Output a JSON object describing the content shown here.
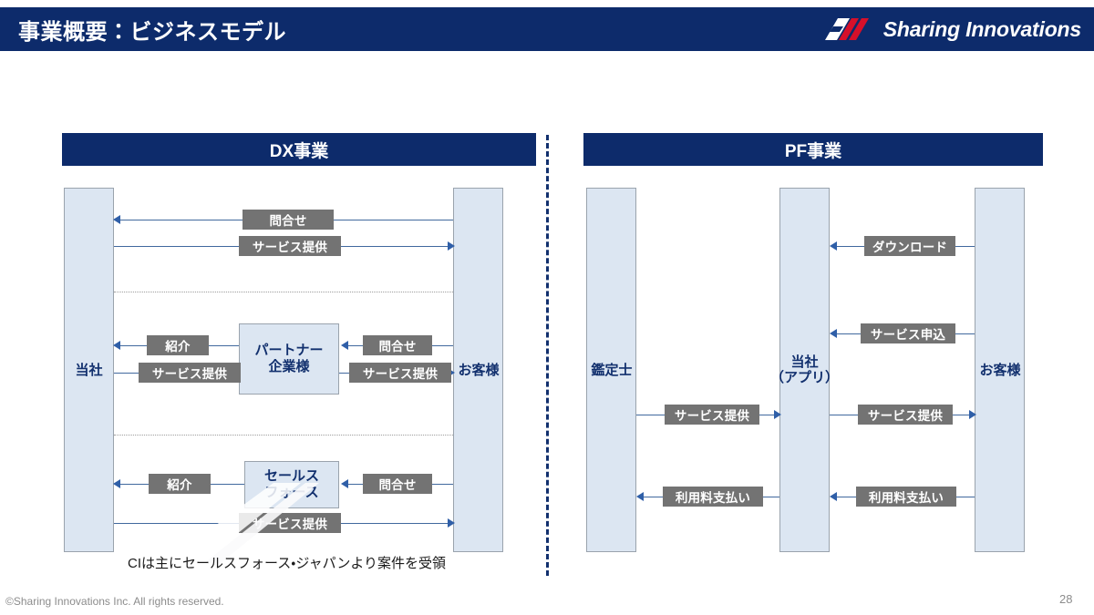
{
  "header": {
    "title": "事業概要：ビジネスモデル",
    "logo_text": "Sharing Innovations",
    "logo_icon": "sharing-innovations-slash-logo",
    "bg_color": "#0d2b6b"
  },
  "panels": {
    "dx": {
      "title": "DX事業",
      "actors": [
        {
          "key": "company",
          "label": "当社"
        },
        {
          "key": "customer",
          "label": "お客様"
        }
      ],
      "process_boxes": [
        {
          "key": "partner",
          "label": "パートナー\n企業様",
          "line1": "パートナー",
          "line2": "企業様"
        },
        {
          "key": "salesforce",
          "label": "セールス\nフォース",
          "line1": "セールス",
          "line2": "フォース"
        }
      ],
      "flows": [
        {
          "key": "dx-inquiry-top",
          "label": "問合せ",
          "direction": "left"
        },
        {
          "key": "dx-service-top",
          "label": "サービス提供",
          "direction": "right"
        },
        {
          "key": "dx-referral-partner",
          "label": "紹介",
          "direction": "left"
        },
        {
          "key": "dx-service-partner-in",
          "label": "サービス提供",
          "direction": "right"
        },
        {
          "key": "dx-inquiry-partner",
          "label": "問合せ",
          "direction": "left"
        },
        {
          "key": "dx-service-partner-out",
          "label": "サービス提供",
          "direction": "right"
        },
        {
          "key": "dx-referral-sf",
          "label": "紹介",
          "direction": "left"
        },
        {
          "key": "dx-inquiry-sf",
          "label": "問合せ",
          "direction": "left"
        },
        {
          "key": "dx-service-bottom",
          "label": "サービス提供",
          "direction": "right"
        }
      ],
      "note": "CIは主にセールスフォース・ジャパンより案件を受領"
    },
    "pf": {
      "title": "PF事業",
      "actors": [
        {
          "key": "appraiser",
          "label": "鑑定士"
        },
        {
          "key": "company",
          "label": "当社\n（アプリ）",
          "line1": "当社",
          "line2": "（アプリ）"
        },
        {
          "key": "customer",
          "label": "お客様"
        }
      ],
      "flows": [
        {
          "key": "pf-download",
          "label": "ダウンロード",
          "direction": "left"
        },
        {
          "key": "pf-application",
          "label": "サービス申込",
          "direction": "left"
        },
        {
          "key": "pf-service-left",
          "label": "サービス提供",
          "direction": "right"
        },
        {
          "key": "pf-service-right",
          "label": "サービス提供",
          "direction": "right"
        },
        {
          "key": "pf-payment-left",
          "label": "利用料支払い",
          "direction": "left"
        },
        {
          "key": "pf-payment-right",
          "label": "利用料支払い",
          "direction": "left"
        }
      ]
    }
  },
  "footer": {
    "copyright": "©Sharing Innovations Inc. All rights reserved.",
    "page_number": "28"
  },
  "colors": {
    "navy": "#0d2b6b",
    "tag_gray": "#737373",
    "box_blue": "#dce6f2",
    "arrow_blue": "#2f5fa8",
    "logo_red": "#d6102a"
  }
}
